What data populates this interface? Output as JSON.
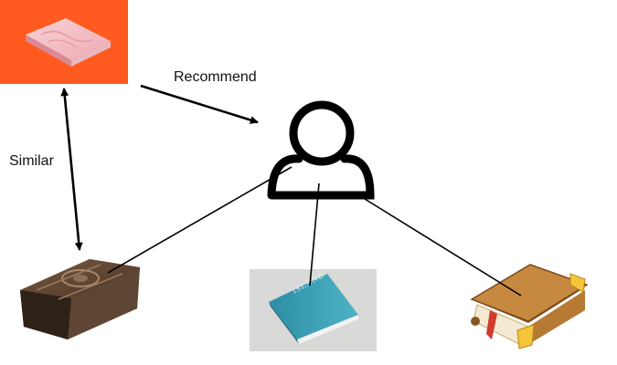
{
  "edges": {
    "recommend_label": "Recommend",
    "similar_label": "Similar"
  },
  "books": {
    "recommended": {
      "icon": "pink-book-icon",
      "background": "#ff5a1f"
    },
    "antique": {
      "icon": "antique-leather-bible-icon"
    },
    "teal": {
      "icon": "teal-book-icon",
      "cover_text": "ISLAND"
    },
    "cartoon": {
      "icon": "cartoon-brown-book-icon"
    }
  },
  "user": {
    "icon": "user-icon"
  }
}
